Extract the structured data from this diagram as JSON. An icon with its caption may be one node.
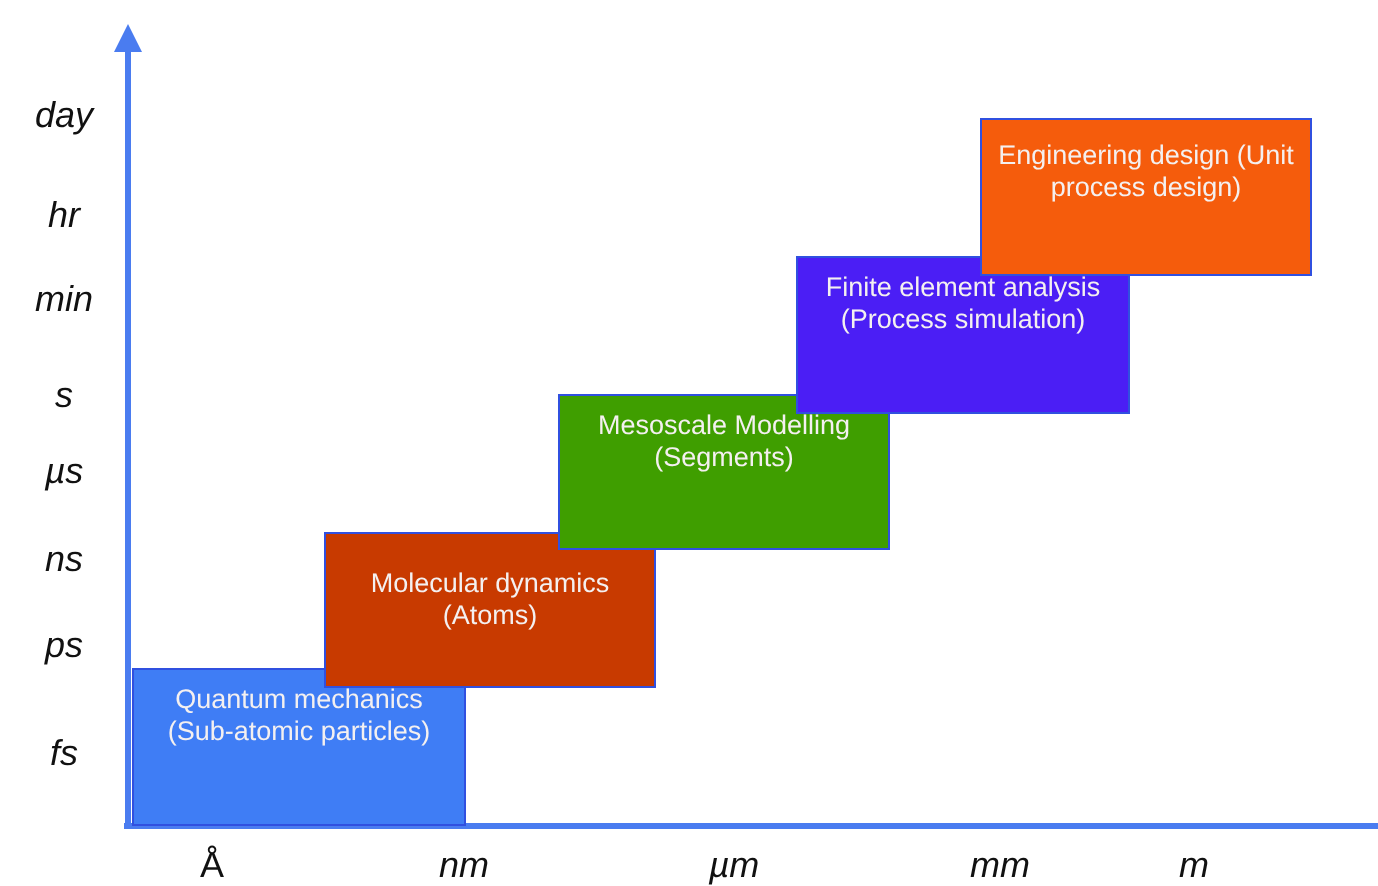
{
  "diagram": {
    "nodes": [
      {
        "text": [
          "Quantum mechanics (Sub-atomic particles)"
        ]
      },
      {
        "text": [
          "Molecular dynamics (Atoms)"
        ]
      },
      {
        "text": [
          "Mesoscale Modelling (Segments)"
        ]
      },
      {
        "text": [
          "Finite element analysis (Process simulation)"
        ]
      },
      {
        "text": [
          "Engineering design (Unit process design)"
        ]
      }
    ],
    "labels": [
      "day",
      "hr",
      "min",
      "s",
      "µs",
      "ns",
      "ps",
      "fs",
      "Å",
      "nm",
      "µm",
      "mm",
      "m"
    ]
  }
}
